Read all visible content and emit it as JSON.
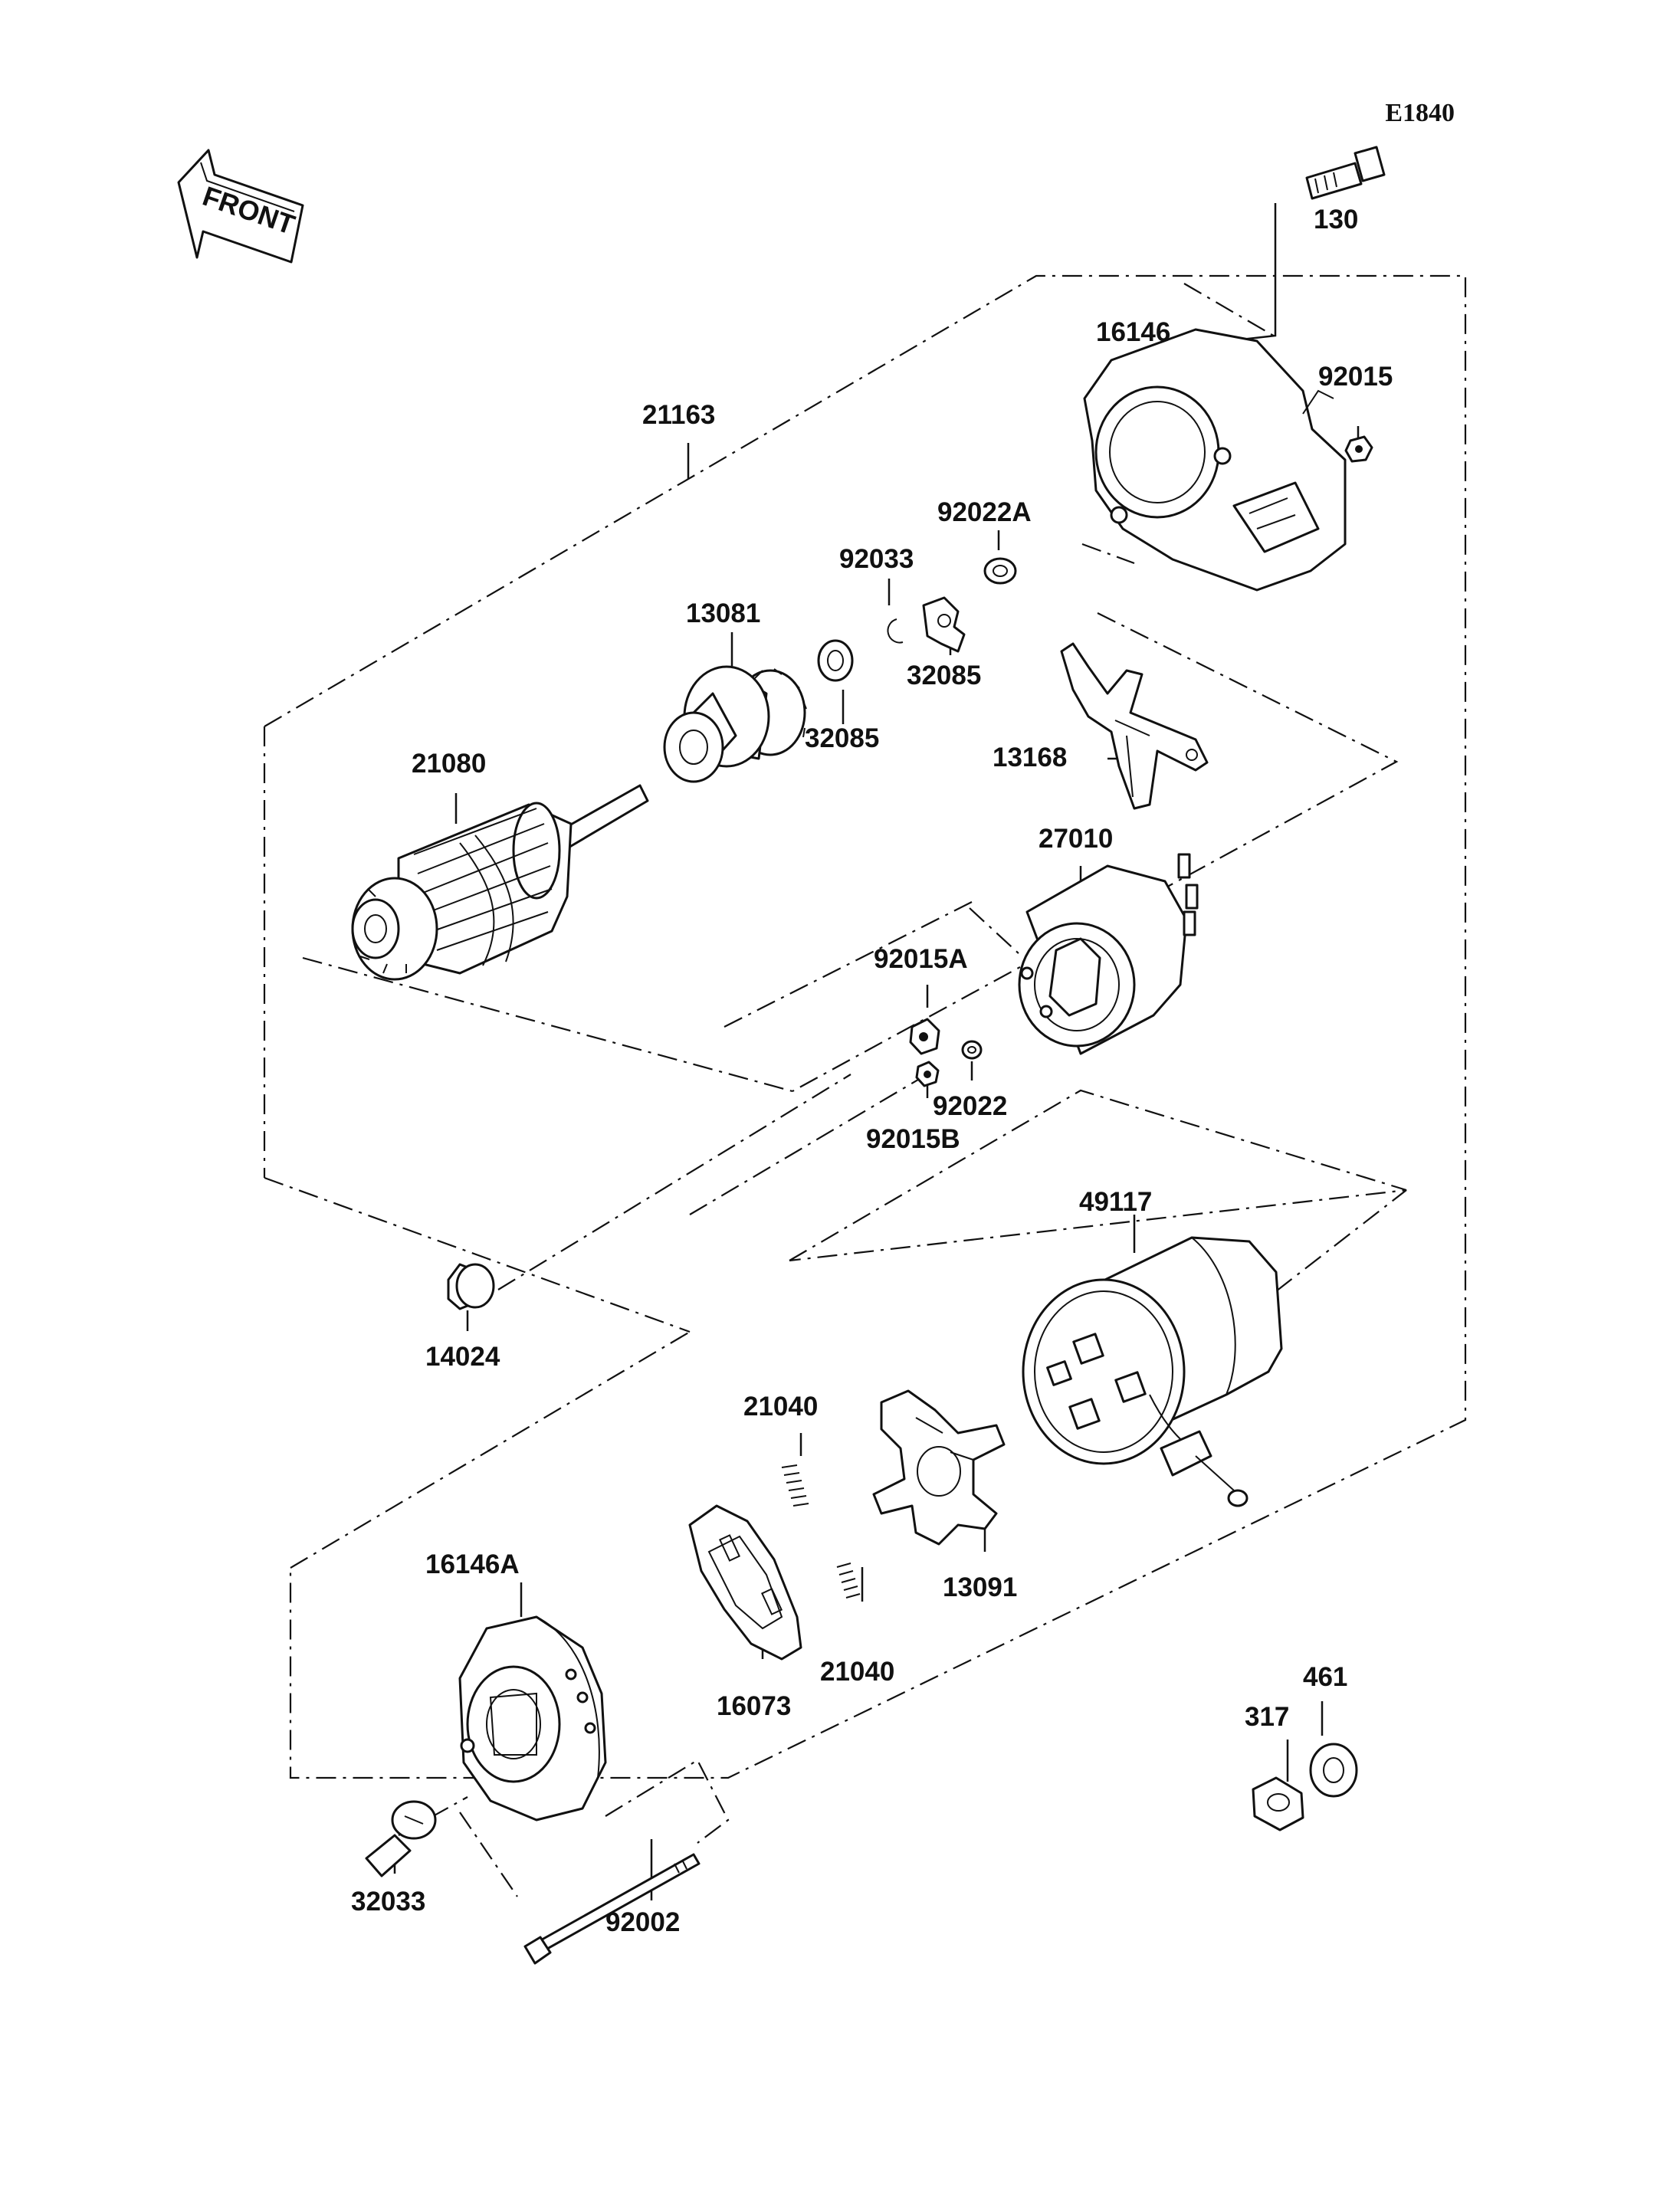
{
  "diagram": {
    "reference_code": "E1840",
    "front_label": "FRONT",
    "parts": [
      {
        "id": "p130",
        "label": "130"
      },
      {
        "id": "p16146",
        "label": "16146"
      },
      {
        "id": "p92015",
        "label": "92015"
      },
      {
        "id": "p21163",
        "label": "21163"
      },
      {
        "id": "p92022A",
        "label": "92022A"
      },
      {
        "id": "p92033",
        "label": "92033"
      },
      {
        "id": "p13081",
        "label": "13081"
      },
      {
        "id": "p32085a",
        "label": "32085"
      },
      {
        "id": "p32085b",
        "label": "32085"
      },
      {
        "id": "p13168",
        "label": "13168"
      },
      {
        "id": "p21080",
        "label": "21080"
      },
      {
        "id": "p27010",
        "label": "27010"
      },
      {
        "id": "p92015A",
        "label": "92015A"
      },
      {
        "id": "p92022",
        "label": "92022"
      },
      {
        "id": "p92015B",
        "label": "92015B"
      },
      {
        "id": "p49117",
        "label": "49117"
      },
      {
        "id": "p14024",
        "label": "14024"
      },
      {
        "id": "p21040a",
        "label": "21040"
      },
      {
        "id": "p21040b",
        "label": "21040"
      },
      {
        "id": "p13091",
        "label": "13091"
      },
      {
        "id": "p16146A",
        "label": "16146A"
      },
      {
        "id": "p16073",
        "label": "16073"
      },
      {
        "id": "p317",
        "label": "317"
      },
      {
        "id": "p461",
        "label": "461"
      },
      {
        "id": "p32033",
        "label": "32033"
      },
      {
        "id": "p92002",
        "label": "92002"
      }
    ]
  }
}
